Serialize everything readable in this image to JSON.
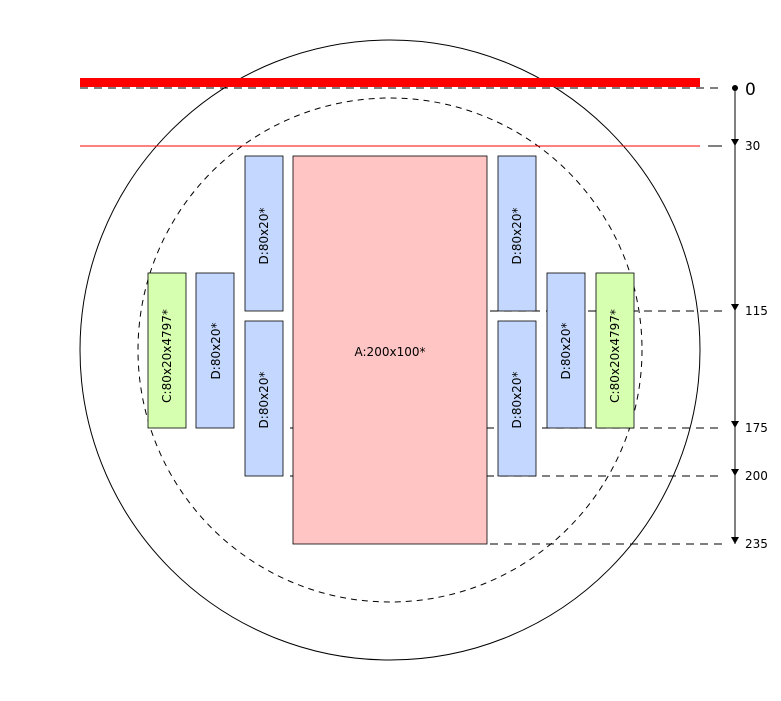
{
  "diagram": {
    "scale_labels": [
      "0",
      "30",
      "115",
      "175",
      "200",
      "235"
    ],
    "blocks": {
      "a": "A:200x100*",
      "d": "D:80x20*",
      "c": "C:80x20x4797*"
    },
    "colors": {
      "block_a_fill": "#ffc4c4",
      "block_d_fill": "#c4d8ff",
      "block_c_fill": "#d6ffb0",
      "top_bar": "#ff0000",
      "outline": "#000000"
    }
  }
}
